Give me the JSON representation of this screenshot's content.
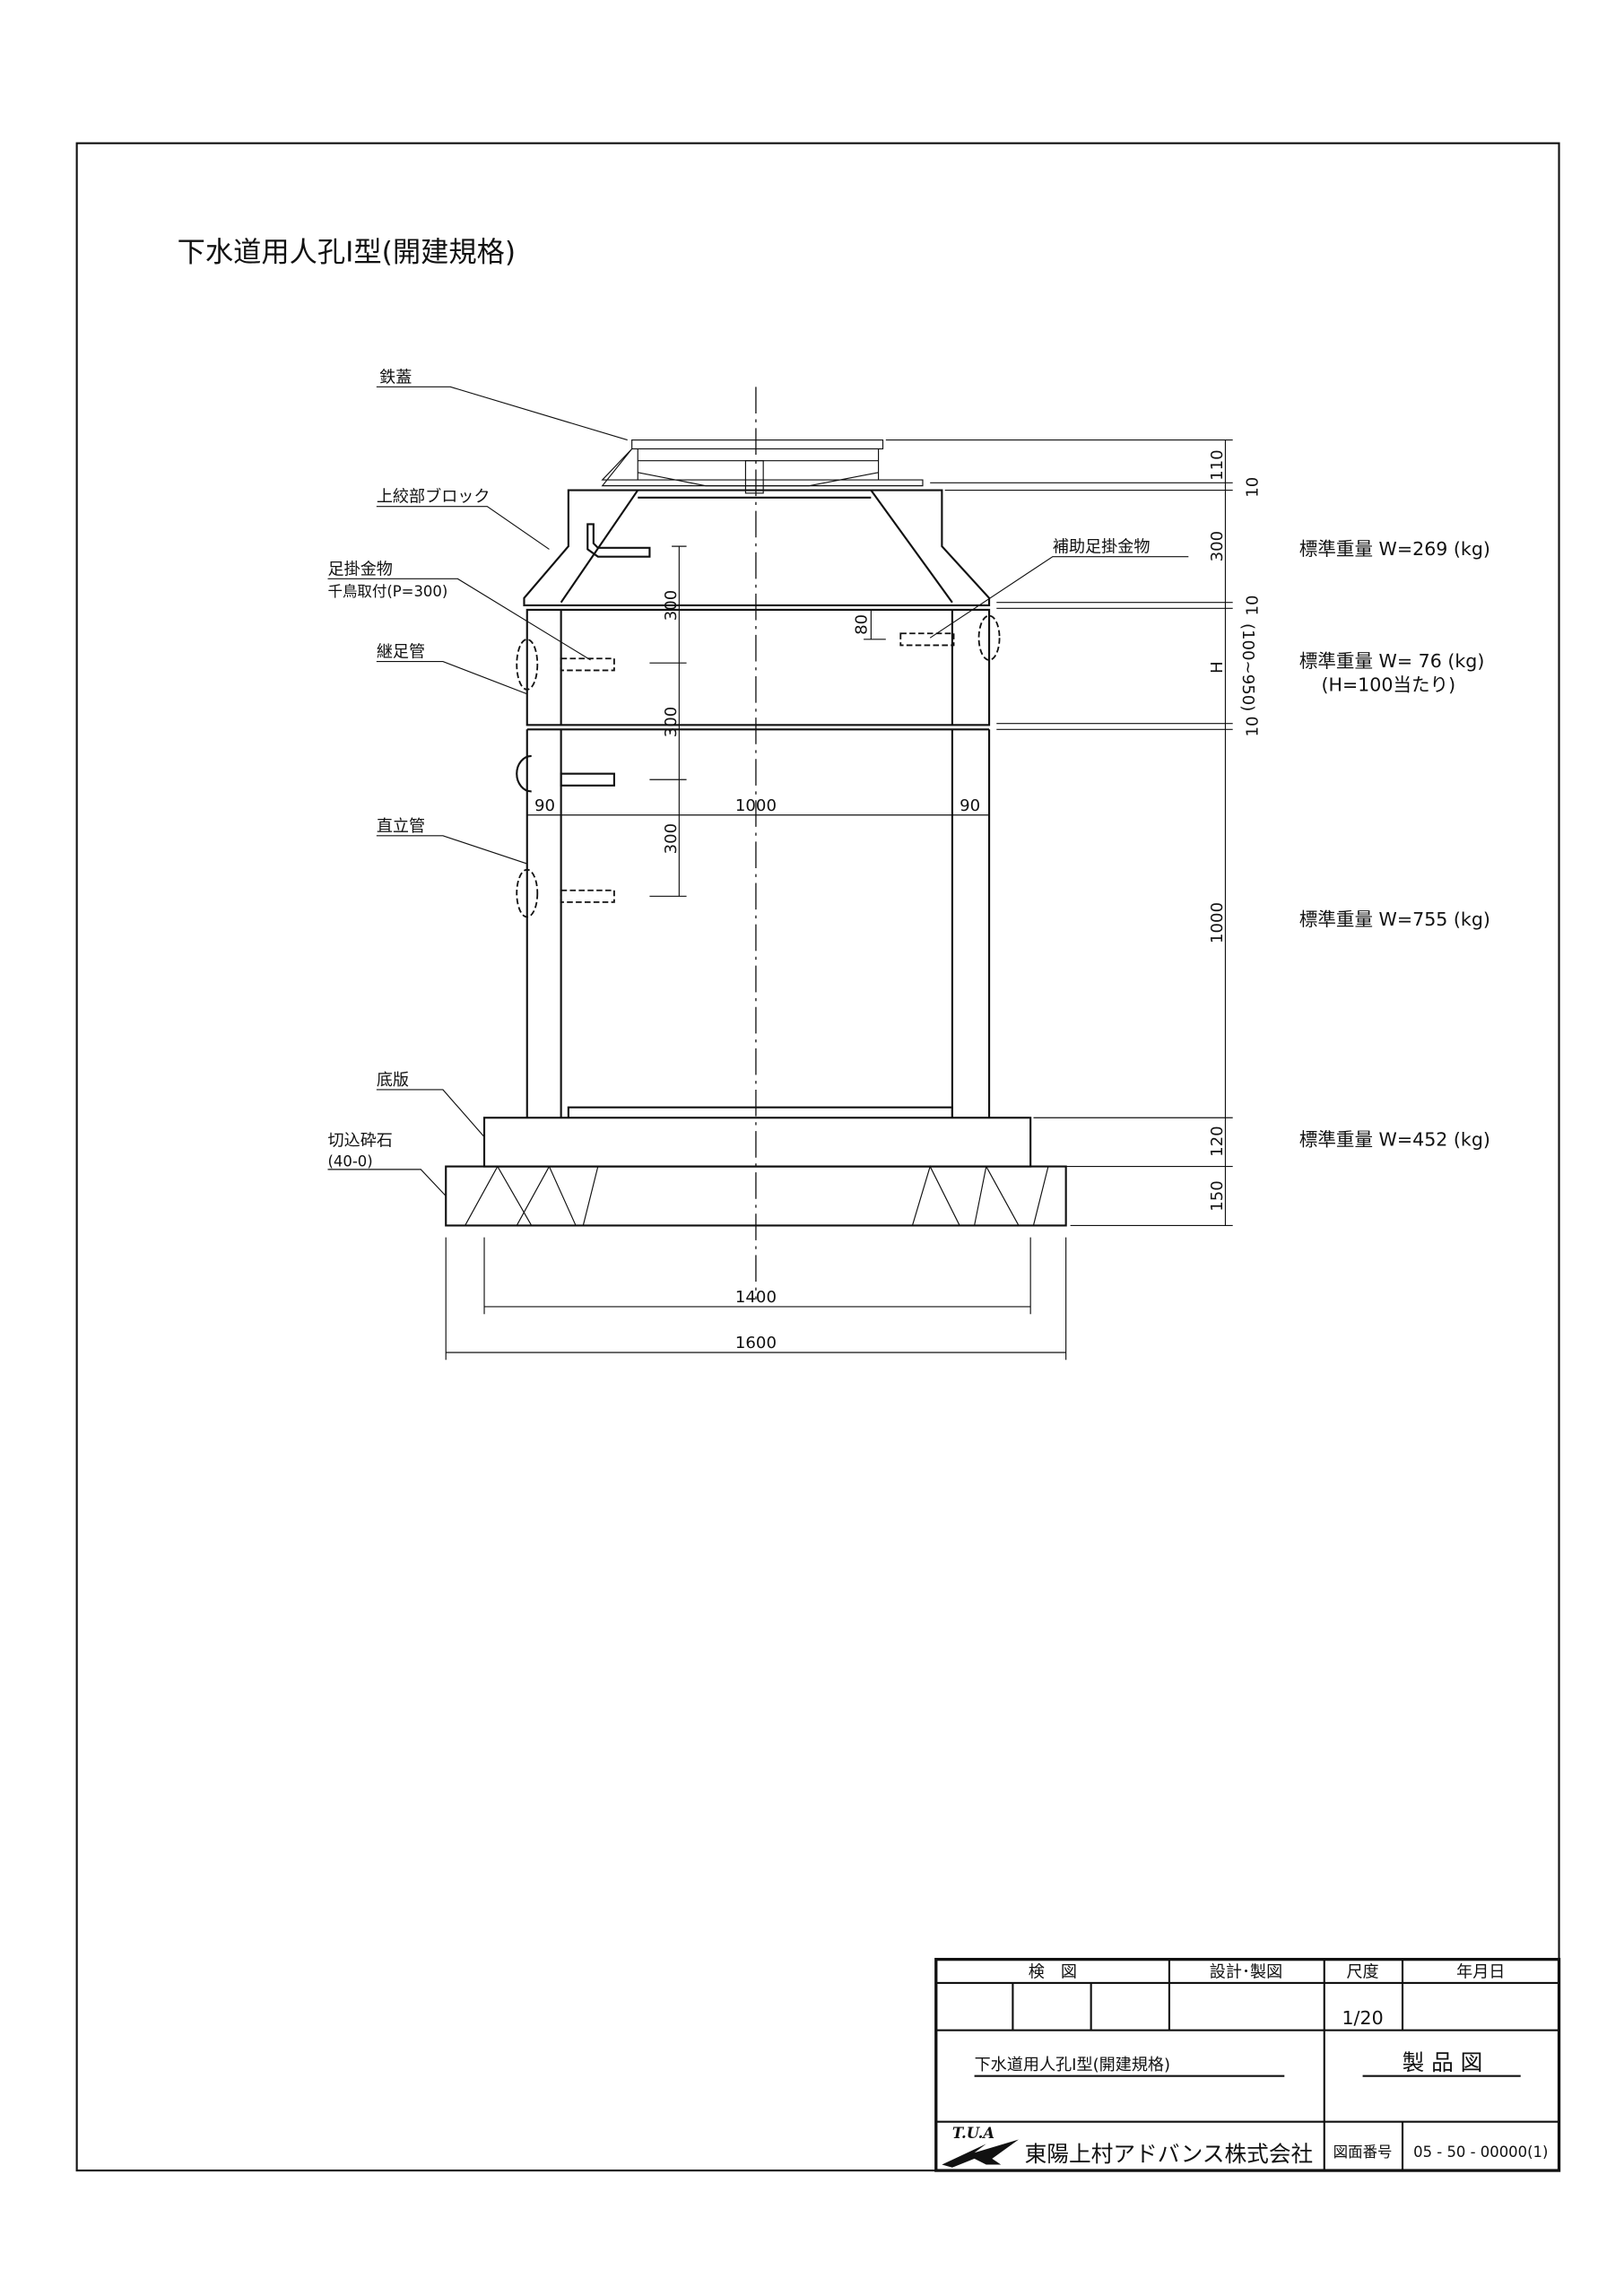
{
  "title": "下水道用人孔Ⅰ型(開建規格)",
  "labels": {
    "cover": "鉄蓋",
    "top_block": "上絞部ブロック",
    "step": "足掛金物",
    "step_note": "千鳥取付(P=300)",
    "riser": "継足管",
    "aux_step": "補助足掛金物",
    "straight_pipe": "直立管",
    "base": "底版",
    "gravel": "切込砕石",
    "gravel_spec": "(40-0)"
  },
  "dimensions": {
    "d110": "110",
    "d10a": "10",
    "d300": "300",
    "d10b": "10",
    "h": "H",
    "h_range": "(100~950)",
    "d10c": "10",
    "d1000v": "1000",
    "d120": "120",
    "d150": "150",
    "step300a": "300",
    "step300b": "300",
    "step300c": "300",
    "aux80": "80",
    "wall90a": "90",
    "inner1000": "1000",
    "wall90b": "90",
    "w1400": "1400",
    "w1600": "1600"
  },
  "weights": {
    "top": "標準重量 W=269 (kg)",
    "riser": "標準重量 W= 76 (kg)",
    "riser_note": "(H=100当たり)",
    "straight": "標準重量 W=755 (kg)",
    "base": "標準重量 W=452 (kg)"
  },
  "title_block": {
    "check": "検　図",
    "design": "設計･製図",
    "scale_label": "尺度",
    "date_label": "年月日",
    "scale": "1/20",
    "drawing_name": "下水道用人孔Ⅰ型(開建規格)",
    "drawing_type": "製 品 図",
    "logo_text": "T.U.A",
    "company": "東陽上村アドバンス株式会社",
    "number_label": "図面番号",
    "number": "05 - 50 - 00000(1)"
  }
}
